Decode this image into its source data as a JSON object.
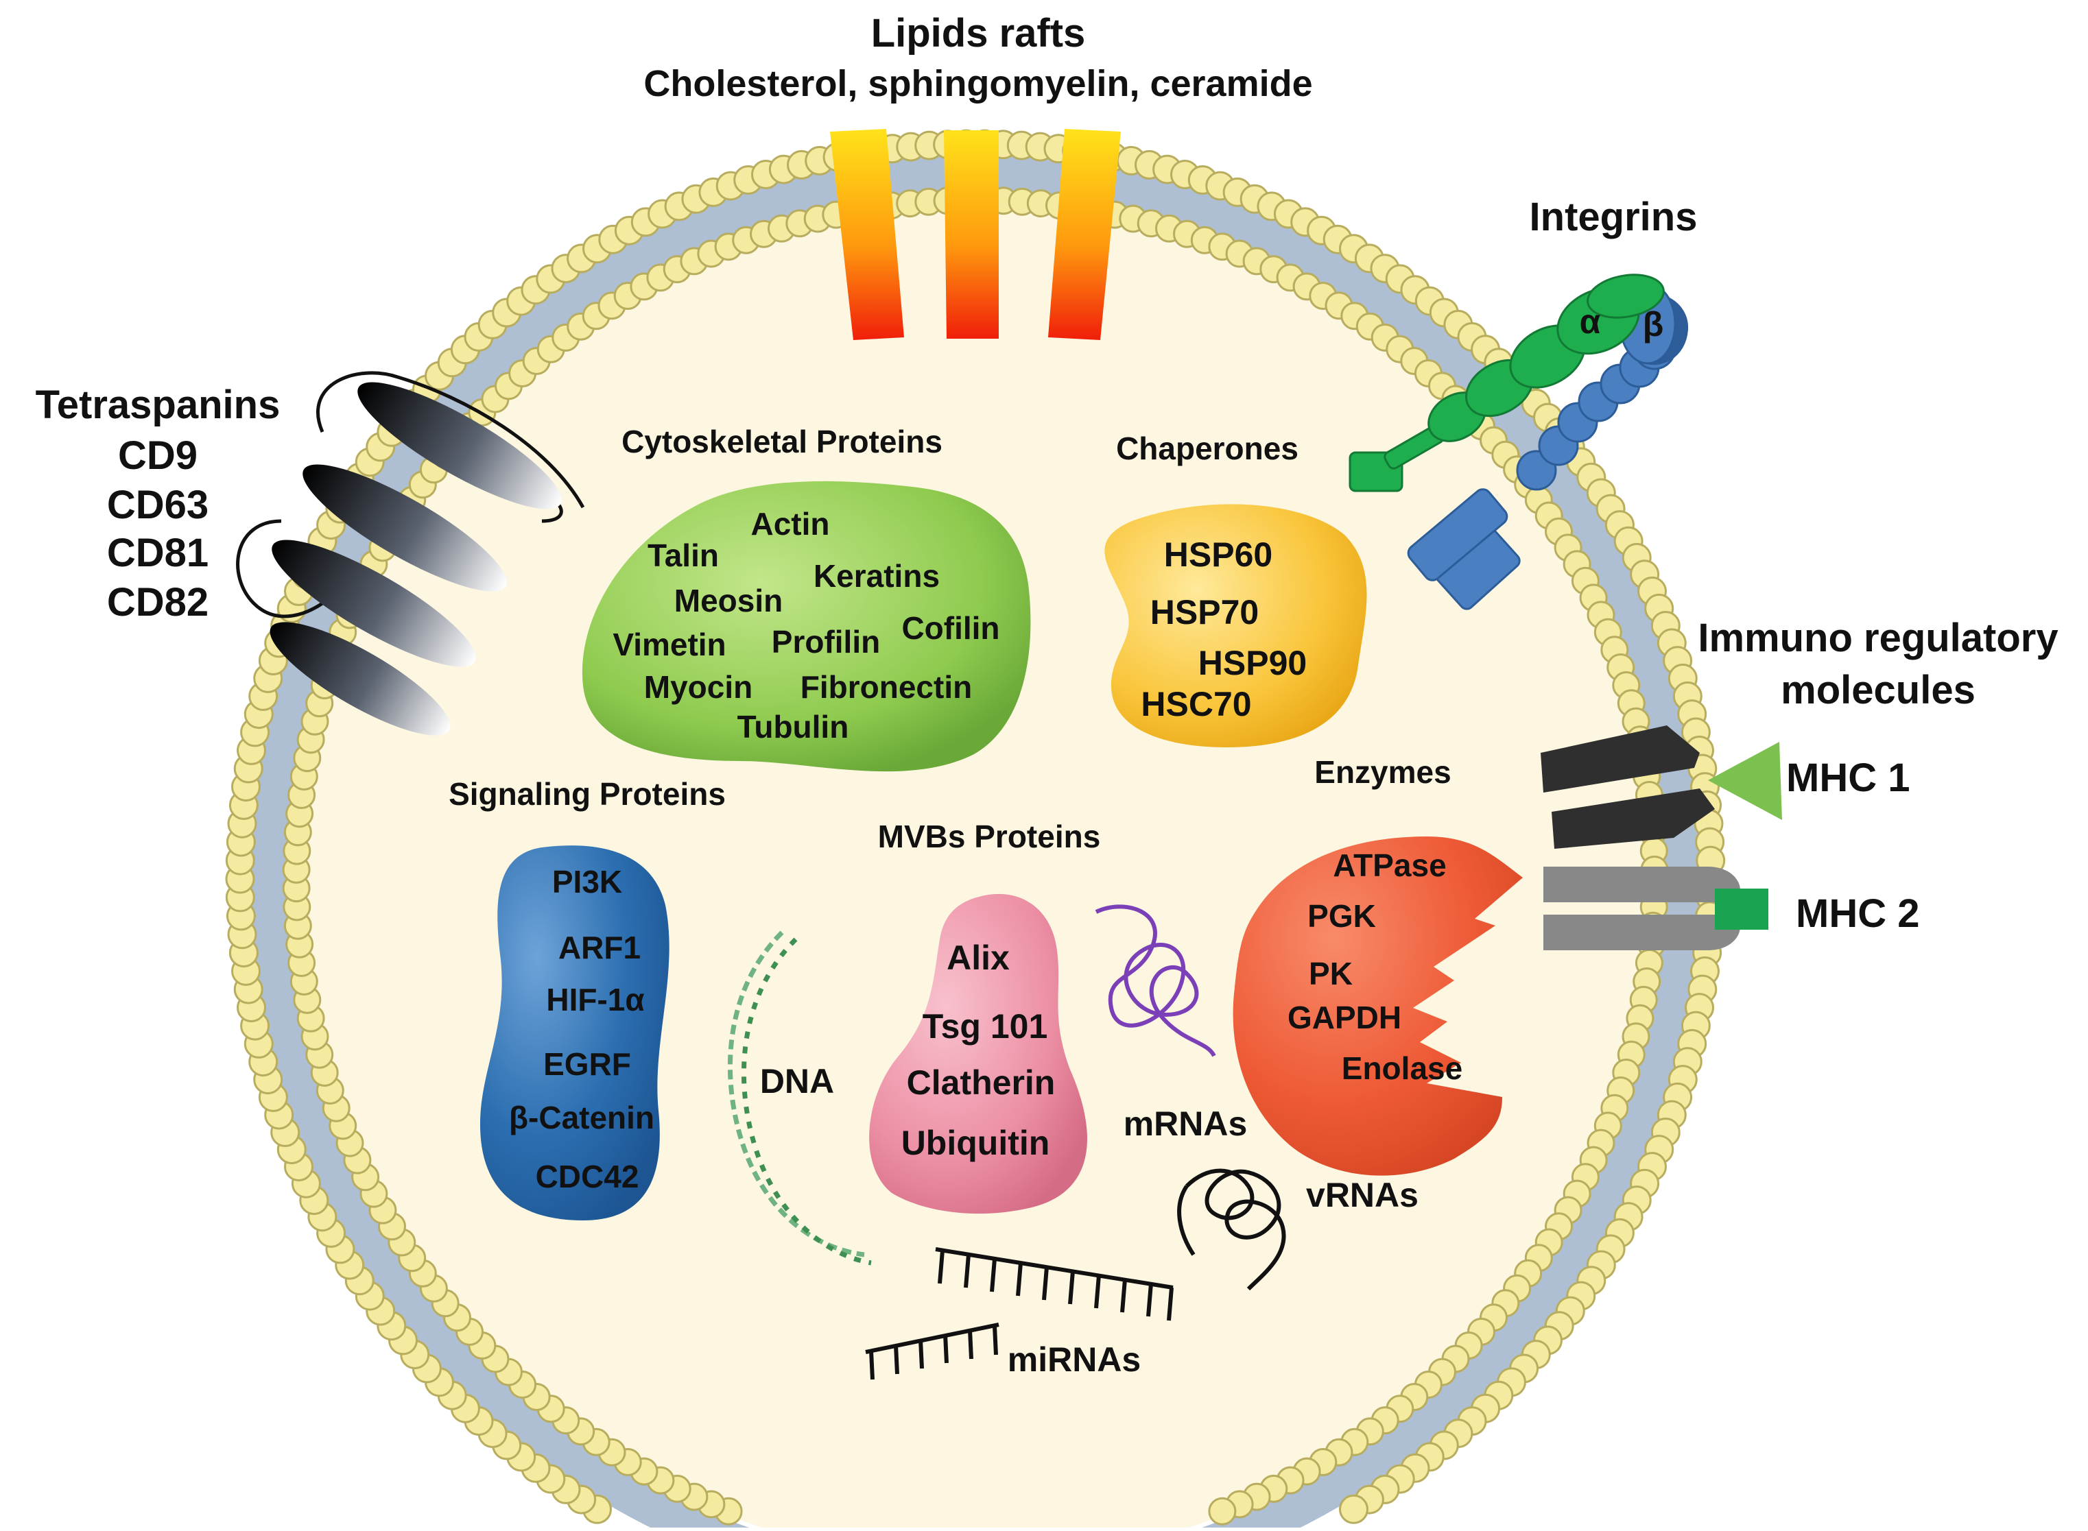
{
  "lipid_rafts": {
    "title": "Lipids rafts",
    "subtitle": "Cholesterol, sphingomyelin, ceramide"
  },
  "integrins": {
    "title": "Integrins",
    "alpha": "α",
    "beta": "β"
  },
  "tetraspanins": {
    "title": "Tetraspanins",
    "items": [
      "CD9",
      "CD63",
      "CD81",
      "CD82"
    ]
  },
  "immuno": {
    "title_line1": "Immuno regulatory",
    "title_line2": "molecules",
    "mhc1": "MHC 1",
    "mhc2": "MHC 2"
  },
  "cytoskeletal": {
    "title": "Cytoskeletal Proteins",
    "items": [
      "Actin",
      "Talin",
      "Keratins",
      "Meosin",
      "Cofilin",
      "Vimetin",
      "Profilin",
      "Myocin",
      "Fibronectin",
      "Tubulin"
    ]
  },
  "chaperones": {
    "title": "Chaperones",
    "items": [
      "HSP60",
      "HSP70",
      "HSP90",
      "HSC70"
    ]
  },
  "signaling": {
    "title": "Signaling Proteins",
    "items": [
      "PI3K",
      "ARF1",
      "HIF-1α",
      "EGRF",
      "β-Catenin",
      "CDC42"
    ]
  },
  "mvbs": {
    "title": "MVBs Proteins",
    "items": [
      "Alix",
      "Tsg 101",
      "Clatherin",
      "Ubiquitin"
    ]
  },
  "enzymes": {
    "title": "Enzymes",
    "items": [
      "ATPase",
      "PGK",
      "PK",
      "GAPDH",
      "Enolase"
    ]
  },
  "nucleic_acids": {
    "dna": "DNA",
    "mrnas": "mRNAs",
    "vrnas": "vRNAs",
    "mirnas": "miRNAs"
  },
  "colors": {
    "membrane_bead": "#f4eaa0",
    "membrane_bead_stroke": "#b8ad5e",
    "membrane_tail": "#aebfd3",
    "lumen": "#fdf7e2",
    "cytoskeletal": "#8fcb4f",
    "chaperones": "#f9c53a",
    "signaling": "#2b6eb0",
    "mvbs": "#ec8fa4",
    "enzymes": "#ee5a36",
    "integrin_alpha": "#1fae4d",
    "integrin_beta": "#4a7fc1",
    "mhc1_peptide": "#7cc14f",
    "mhc2_peptide": "#1aa451"
  }
}
